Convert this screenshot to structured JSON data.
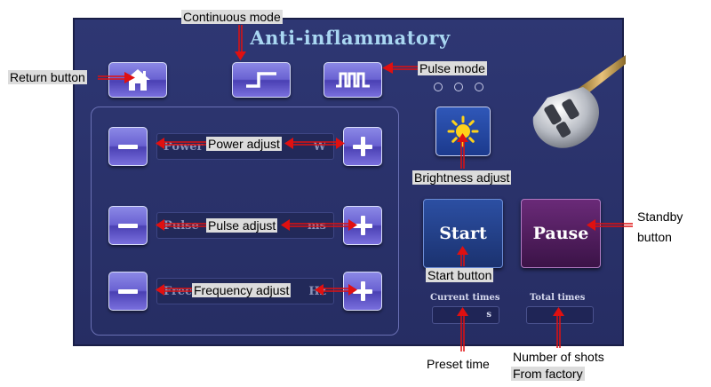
{
  "screen": {
    "title": "Anti-inflammatory"
  },
  "controls": {
    "power": {
      "label": "Power",
      "unit": "W"
    },
    "pulse": {
      "label": "Pulse",
      "unit": "ms"
    },
    "frequency": {
      "label": "Frec",
      "unit": "Hz"
    }
  },
  "buttons": {
    "start": "Start",
    "pause": "Pause"
  },
  "times": {
    "current_label": "Current times",
    "current_unit": "s",
    "total_label": "Total times"
  },
  "annotations": {
    "continuous_mode": "Continuous mode",
    "return_button": "Return button",
    "pulse_mode": "Pulse mode",
    "power_adjust": "Power adjust",
    "pulse_adjust": "Pulse adjust",
    "frequency_adjust": "Frequency adjust",
    "brightness_adjust": "Brightness adjust",
    "standby_button_1": "Standby",
    "standby_button_2": "button",
    "start_button": "Start button",
    "preset_time": "Preset time",
    "shots_1": "Number of shots",
    "shots_2": "From factory"
  },
  "colors": {
    "screen_bg": "#2e3773",
    "title": "#a9d7f2",
    "button": "#6a62d2",
    "start": "#1b326f",
    "pause": "#3b1347",
    "arrow": "#e01010"
  }
}
